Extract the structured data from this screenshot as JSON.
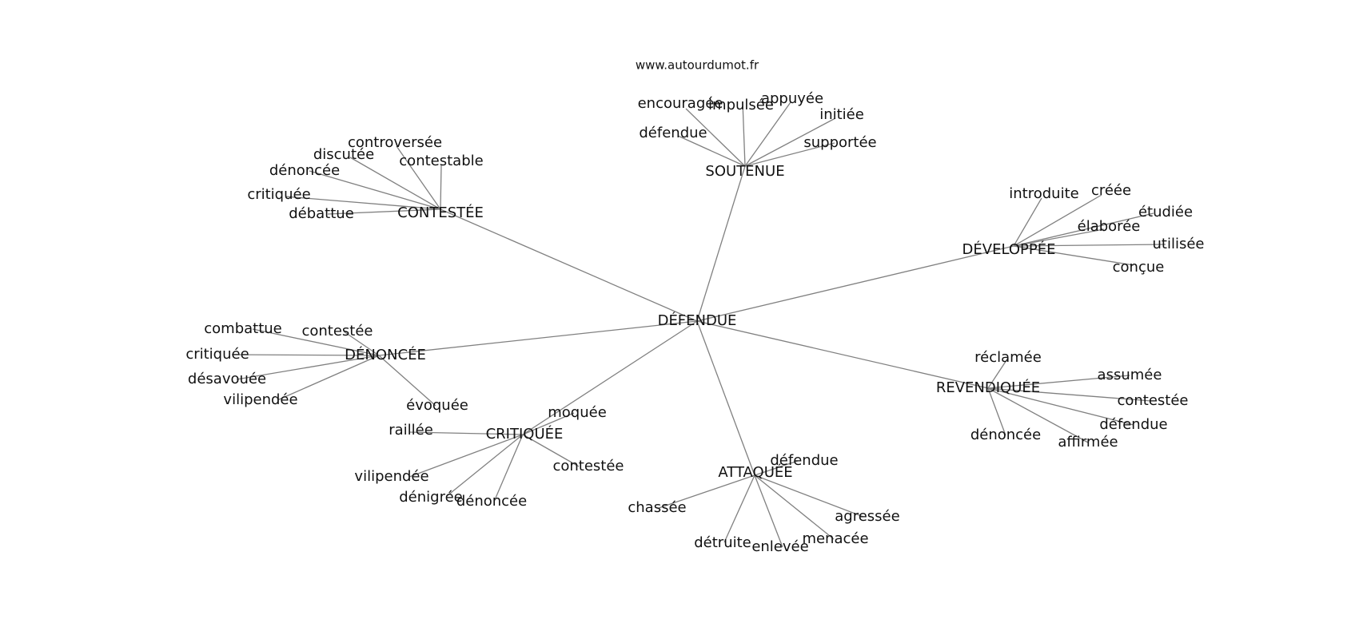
{
  "watermark": "www.autourdumot.fr",
  "graph": {
    "center": "DÉFENDUE",
    "clusters": [
      {
        "label": "SOUTENUE",
        "words": [
          "encouragée",
          "impulsée",
          "appuyée",
          "initiée",
          "défendue",
          "supportée"
        ]
      },
      {
        "label": "CONTESTÉE",
        "words": [
          "controversée",
          "discutée",
          "contestable",
          "dénoncée",
          "critiquée",
          "débattue"
        ]
      },
      {
        "label": "DÉVELOPPÉE",
        "words": [
          "introduite",
          "créée",
          "étudiée",
          "élaborée",
          "utilisée",
          "conçue"
        ]
      },
      {
        "label": "DÉNONCÉE",
        "words": [
          "combattue",
          "contestée",
          "critiquée",
          "désavouée",
          "vilipendée",
          "évoquée"
        ]
      },
      {
        "label": "CRITIQUÉE",
        "words": [
          "moquée",
          "raillée",
          "vilipendée",
          "contestée",
          "dénigrée",
          "dénoncée"
        ]
      },
      {
        "label": "ATTAQUÉE",
        "words": [
          "défendue",
          "chassée",
          "agressée",
          "menacée",
          "détruite",
          "enlevée"
        ]
      },
      {
        "label": "REVENDIQUÉE",
        "words": [
          "réclamée",
          "assumée",
          "contestée",
          "défendue",
          "dénoncée",
          "affirmée"
        ]
      }
    ]
  }
}
